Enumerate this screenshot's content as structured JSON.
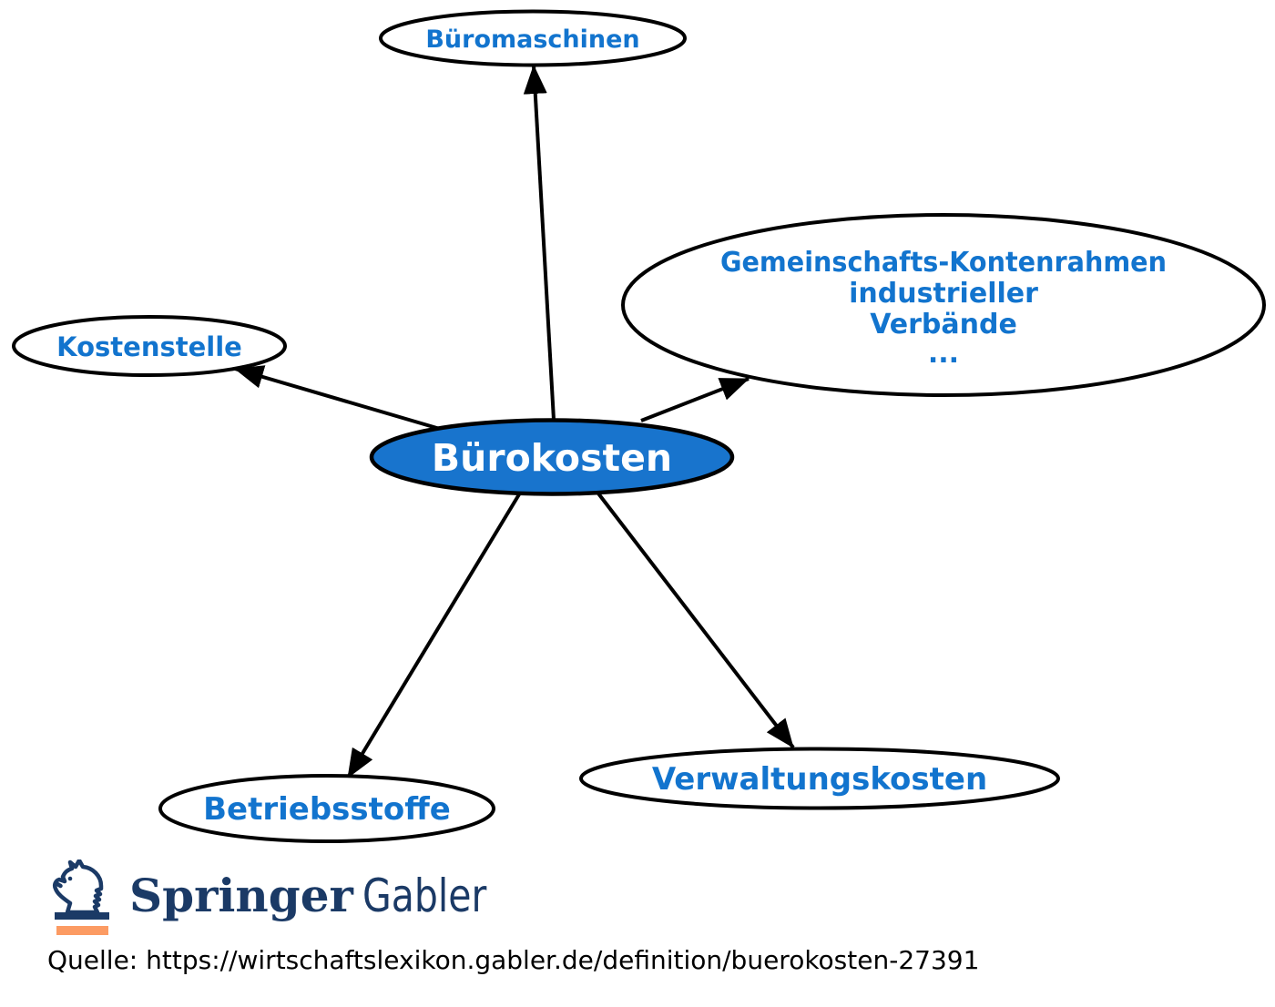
{
  "diagram": {
    "center_node": {
      "label": "Bürokosten",
      "fill_color": "#1874CD",
      "text_color": "#FFFFFF"
    },
    "nodes": {
      "bueromaschinen": {
        "label": "Büromaschinen"
      },
      "gemeinschafts_kontenrahmen": {
        "lines": [
          "Gemeinschafts-Kontenrahmen",
          "industrieller",
          "Verbände",
          "..."
        ]
      },
      "kostenstelle": {
        "label": "Kostenstelle"
      },
      "betriebsstoffe": {
        "label": "Betriebsstoffe"
      },
      "verwaltungskosten": {
        "label": "Verwaltungskosten"
      }
    },
    "edges": [
      {
        "from": "Bürokosten",
        "to": "Büromaschinen"
      },
      {
        "from": "Bürokosten",
        "to": "Kostenstelle"
      },
      {
        "from": "Bürokosten",
        "to": "Gemeinschafts-Kontenrahmen industrieller Verbände ..."
      },
      {
        "from": "Bürokosten",
        "to": "Betriebsstoffe"
      },
      {
        "from": "Bürokosten",
        "to": "Verwaltungskosten"
      }
    ],
    "label_color": "#1274CE",
    "outline_color": "#000000"
  },
  "footer": {
    "brand": {
      "name_serif": "Springer",
      "name_sans": "Gabler",
      "navy_color": "#1B3A66",
      "orange_color": "#FC9B63",
      "icon": "chess-knight-icon"
    },
    "source": "Quelle: https://wirtschaftslexikon.gabler.de/definition/buerokosten-27391"
  }
}
